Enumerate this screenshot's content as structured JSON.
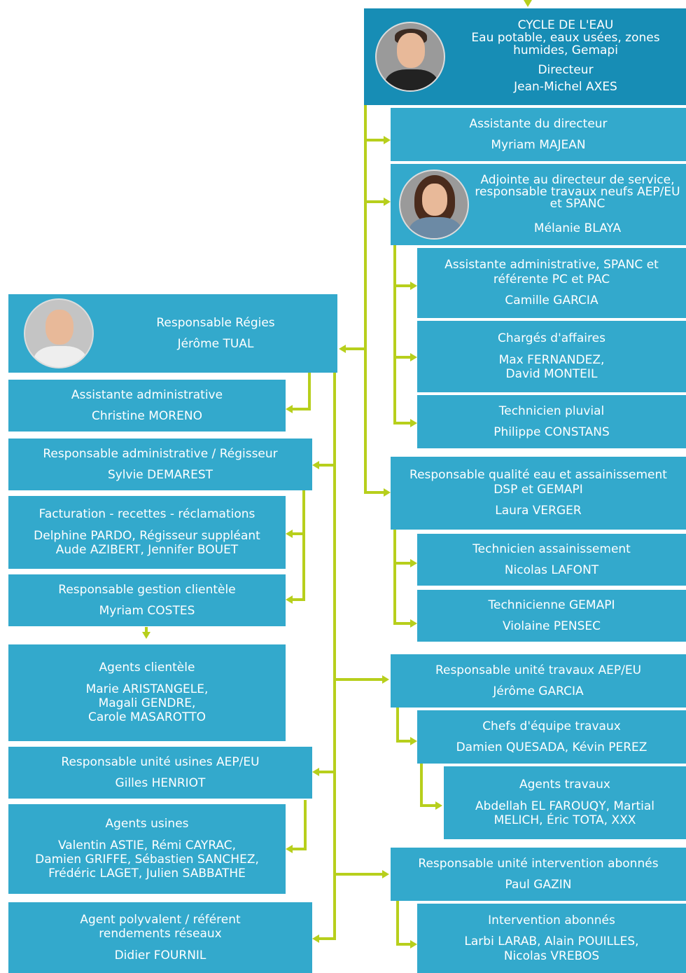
{
  "director": {
    "title": "CYCLE DE L'EAU",
    "subtitle": "Eau potable, eaux usées, zones humides, Gemapi",
    "role": "Directeur",
    "name": "Jean-Michel AXES"
  },
  "assistant_director": {
    "title": "Assistante du directeur",
    "name": "Myriam MAJEAN"
  },
  "deputy": {
    "title": "Adjointe  au directeur de service, responsable travaux neufs AEP/EU et SPANC",
    "name": "Mélanie BLAYA"
  },
  "spanc_assistant": {
    "title": "Assistante  administrative, SPANC et référente PC et PAC",
    "name": "Camille GARCIA"
  },
  "charges_affaires": {
    "title": "Chargés d'affaires",
    "name": "Max FERNANDEZ,\nDavid MONTEIL"
  },
  "tech_pluvial": {
    "title": "Technicien pluvial",
    "name": "Philippe CONSTANS"
  },
  "quality": {
    "title": "Responsable qualité eau et assainissement DSP et GEMAPI",
    "name": "Laura VERGER"
  },
  "tech_assain": {
    "title": "Technicien assainissement",
    "name": "Nicolas LAFONT"
  },
  "tech_gemapi": {
    "title": "Technicienne  GEMAPI",
    "name": "Violaine  PENSEC"
  },
  "travaux": {
    "title": "Responsable unité travaux AEP/EU",
    "name": "Jérôme GARCIA"
  },
  "chefs_equipe": {
    "title": "Chefs d'équipe travaux",
    "name": "Damien QUESADA, Kévin PEREZ"
  },
  "agents_travaux": {
    "title": "Agents travaux",
    "name": "Abdellah EL FAROUQY, Martial\nMELICH, Éric TOTA, XXX"
  },
  "intervention_resp": {
    "title": "Responsable unité intervention abonnés",
    "name": "Paul GAZIN"
  },
  "intervention": {
    "title": "Intervention abonnés",
    "name": "Larbi LARAB, Alain POUILLES,\nNicolas VREBOS"
  },
  "regies": {
    "title": "Responsable Régies",
    "name": "Jérôme TUAL"
  },
  "assist_admin": {
    "title": "Assistante administrative",
    "name": "Christine MORENO"
  },
  "resp_admin": {
    "title": "Responsable  administrative / Régisseur",
    "name": "Sylvie DEMAREST"
  },
  "facturation": {
    "title": "Facturation -  recettes  - réclamations",
    "name": "Delphine PARDO, Régisseur suppléant\nAude AZIBERT, Jennifer BOUET"
  },
  "gestion_client": {
    "title": "Responsable gestion clientèle",
    "name": "Myriam COSTES"
  },
  "agents_client": {
    "title": "Agents clientèle",
    "name": "Marie ARISTANGELE,\nMagali GENDRE,\nCarole  MASAROTTO"
  },
  "usines": {
    "title": "Responsable unité usines AEP/EU",
    "name": "Gilles HENRIOT"
  },
  "agents_usines": {
    "title": "Agents usines",
    "name": "Valentin ASTIE, Rémi CAYRAC,\nDamien GRIFFE, Sébastien SANCHEZ,\nFrédéric LAGET, Julien SABBATHE"
  },
  "polyvalent": {
    "title": "Agent polyvalent / référent rendements réseaux",
    "name": "Didier FOURNIL"
  },
  "colors": {
    "box": "#33a9cc",
    "header": "#178db5",
    "connector": "#b7cf1c",
    "text": "#ffffff"
  }
}
